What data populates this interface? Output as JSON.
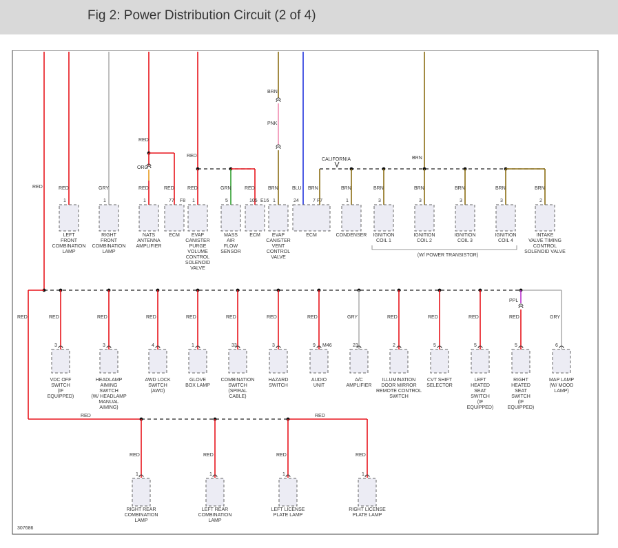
{
  "title": "Fig 2: Power Distribution Circuit (2 of 4)",
  "figure_id": "307686",
  "colors": {
    "red": "#e8141b",
    "gray": "#b0b0b0",
    "brown": "#8a6d12",
    "green": "#2e9e2e",
    "blue": "#2233dd",
    "pink": "#f08ab0",
    "orange": "#e89a1e",
    "purple": "#bb33cc",
    "dash": "#222222",
    "box_border": "#666666",
    "box_fill": "#ececf4",
    "header_bg": "#d9d9d9"
  },
  "labels": {
    "california": "CALIFORNIA",
    "power_transistor": "(W/ POWER TRANSISTOR)"
  },
  "top_row": [
    {
      "id": "lf-comb",
      "pin": "1",
      "conn": "",
      "wire": "RED",
      "color": "red",
      "lines": [
        "LEFT",
        "FRONT",
        "COMBINATION",
        "LAMP"
      ]
    },
    {
      "id": "rf-comb",
      "pin": "1",
      "conn": "",
      "wire": "GRY",
      "color": "gray",
      "lines": [
        "RIGHT",
        "FRONT",
        "COMBINATION",
        "LAMP"
      ]
    },
    {
      "id": "nats",
      "pin": "1",
      "conn": "",
      "wire": "RED",
      "color": "red",
      "lines": [
        "NATS",
        "ANTENNA",
        "AMPLIFIER"
      ]
    },
    {
      "id": "ecm-f8",
      "pin": "77",
      "conn": "F8",
      "wire": "RED",
      "color": "red",
      "lines": [
        "ECM"
      ]
    },
    {
      "id": "evap-purge",
      "pin": "1",
      "conn": "",
      "wire": "RED",
      "color": "red",
      "lines": [
        "EVAP",
        "CANISTER",
        "PURGE",
        "VOLUME",
        "CONTROL",
        "SOLENOID",
        "VALVE"
      ]
    },
    {
      "id": "maf",
      "pin": "5",
      "conn": "",
      "wire": "GRN",
      "color": "green",
      "lines": [
        "MASS",
        "AIR",
        "FLOW",
        "SENSOR"
      ]
    },
    {
      "id": "ecm-e16",
      "pin": "105",
      "conn": "E16",
      "wire": "RED",
      "color": "red",
      "lines": [
        "ECM"
      ]
    },
    {
      "id": "evap-vent",
      "pin": "1",
      "conn": "",
      "wire": "BRN",
      "color": "brown",
      "lines": [
        "EVAP",
        "CANISTER",
        "VENT",
        "CONTROL",
        "VALVE"
      ]
    },
    {
      "id": "ecm-f7",
      "pin": "24",
      "pin2": "7",
      "conn": "F7",
      "wire": "BLU",
      "wire2": "BRN",
      "color": "blue",
      "lines": [
        "ECM"
      ]
    },
    {
      "id": "condenser",
      "pin": "1",
      "conn": "",
      "wire": "BRN",
      "color": "brown",
      "lines": [
        "CONDENSER"
      ]
    },
    {
      "id": "coil1",
      "pin": "3",
      "conn": "",
      "wire": "BRN",
      "color": "brown",
      "lines": [
        "IGNITION",
        "COIL 1"
      ]
    },
    {
      "id": "coil2",
      "pin": "3",
      "conn": "",
      "wire": "BRN",
      "color": "brown",
      "lines": [
        "IGNITION",
        "COIL 2"
      ]
    },
    {
      "id": "coil3",
      "pin": "3",
      "conn": "",
      "wire": "BRN",
      "color": "brown",
      "lines": [
        "IGNITION",
        "COIL 3"
      ]
    },
    {
      "id": "coil4",
      "pin": "3",
      "conn": "",
      "wire": "BRN",
      "color": "brown",
      "lines": [
        "IGNITION",
        "COIL 4"
      ]
    },
    {
      "id": "ivtc",
      "pin": "2",
      "conn": "",
      "wire": "BRN",
      "color": "brown",
      "lines": [
        "INTAKE",
        "VALVE TIMING",
        "CONTROL",
        "SOLENOID VALVE"
      ]
    }
  ],
  "top_extra_labels": {
    "nats_upper": "RED",
    "nats_mid": "ORG",
    "evap_purge_upper": "RED",
    "evap_vent_upper": "BRN",
    "evap_vent_mid": "PNK",
    "brn_bus": "BRN",
    "left_trunk": "RED"
  },
  "middle_row": [
    {
      "id": "vdc",
      "pin": "3",
      "conn": "",
      "wire": "RED",
      "color": "red",
      "lines": [
        "VDC OFF",
        "SWITCH",
        "(IF",
        "EQUIPPED)"
      ]
    },
    {
      "id": "headlamp-aim",
      "pin": "3",
      "conn": "",
      "wire": "RED",
      "color": "red",
      "lines": [
        "HEADLAMP",
        "AIMING",
        "SWITCH",
        "(W/ HEADLAMP",
        "MANUAL",
        "AIMING)"
      ]
    },
    {
      "id": "awd",
      "pin": "4",
      "conn": "",
      "wire": "RED",
      "color": "red",
      "lines": [
        "AWD LOCK",
        "SWITCH",
        "(AWD)"
      ]
    },
    {
      "id": "glove",
      "pin": "1",
      "conn": "",
      "wire": "RED",
      "color": "red",
      "lines": [
        "GLOVE",
        "BOX LAMP"
      ]
    },
    {
      "id": "combo-sw",
      "pin": "33",
      "conn": "",
      "wire": "RED",
      "color": "red",
      "lines": [
        "COMBINATION",
        "SWITCH",
        "(SPIRAL",
        "CABLE)"
      ]
    },
    {
      "id": "hazard",
      "pin": "3",
      "conn": "",
      "wire": "RED",
      "color": "red",
      "lines": [
        "HAZARD",
        "SWITCH"
      ]
    },
    {
      "id": "audio",
      "pin": "9",
      "conn": "M46",
      "wire": "RED",
      "color": "red",
      "lines": [
        "AUDIO",
        "UNIT"
      ]
    },
    {
      "id": "ac-amp",
      "pin": "23",
      "conn": "",
      "wire": "GRY",
      "color": "gray",
      "lines": [
        "A/C",
        "AMPLIFIER"
      ]
    },
    {
      "id": "illum",
      "pin": "2",
      "conn": "",
      "wire": "RED",
      "color": "red",
      "lines": [
        "ILLUMINATION",
        "DOOR MIRROR",
        "REMOTE CONTROL",
        "SWITCH"
      ]
    },
    {
      "id": "cvt",
      "pin": "5",
      "conn": "",
      "wire": "RED",
      "color": "red",
      "lines": [
        "CVT SHIFT",
        "SELECTOR"
      ]
    },
    {
      "id": "lh-seat",
      "pin": "5",
      "conn": "",
      "wire": "RED",
      "color": "red",
      "lines": [
        "LEFT",
        "HEATED",
        "SEAT",
        "SWITCH",
        "(IF",
        "EQUIPPED)"
      ]
    },
    {
      "id": "rh-seat",
      "pin": "5",
      "conn": "",
      "wire": "RED",
      "color": "red",
      "lines": [
        "RIGHT",
        "HEATED",
        "SEAT",
        "SWITCH",
        "(IF",
        "EQUIPPED)"
      ]
    },
    {
      "id": "map",
      "pin": "6",
      "conn": "",
      "wire": "GRY",
      "color": "gray",
      "lines": [
        "MAP LAMP",
        "(W/ MOOD",
        "LAMP)"
      ]
    }
  ],
  "middle_extra_labels": {
    "left_trunk": "RED",
    "ppl": "PPL"
  },
  "bottom_row": [
    {
      "id": "rr-comb",
      "pin": "1",
      "conn": "",
      "wire": "RED",
      "color": "red",
      "lines": [
        "RIGHT REAR",
        "COMBINATION",
        "LAMP"
      ]
    },
    {
      "id": "lr-comb",
      "pin": "1",
      "conn": "",
      "wire": "RED",
      "color": "red",
      "lines": [
        "LEFT REAR",
        "COMBINATION",
        "LAMP"
      ]
    },
    {
      "id": "l-plate",
      "pin": "1",
      "conn": "",
      "wire": "RED",
      "color": "red",
      "lines": [
        "LEFT LICENSE",
        "PLATE LAMP"
      ]
    },
    {
      "id": "r-plate",
      "pin": "1",
      "conn": "",
      "wire": "RED",
      "color": "red",
      "lines": [
        "RIGHT LICENSE",
        "PLATE LAMP"
      ]
    }
  ],
  "bottom_extra_labels": {
    "bus_left": "RED",
    "bus_right": "RED"
  }
}
